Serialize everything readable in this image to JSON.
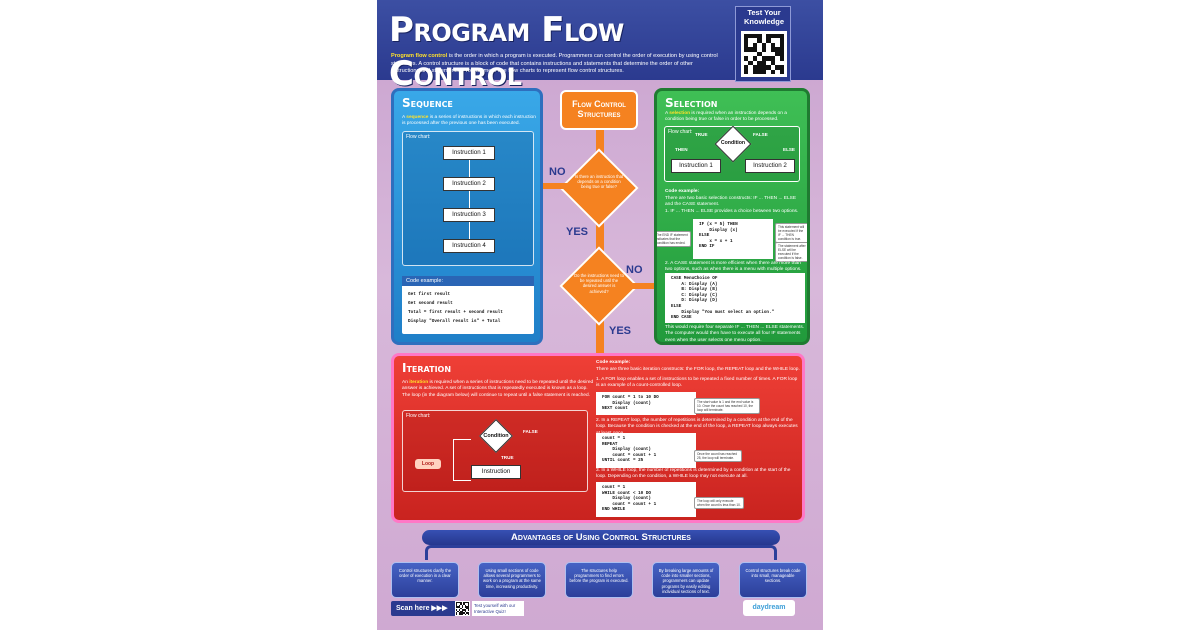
{
  "header": {
    "title": "Program Flow Control",
    "intro_highlight": "Program flow control",
    "intro_text": " is the order in which a program is executed. Programmers can control the order of execution by using control structures. A control structure is a block of code that contains instructions and statements that determine the order of other instructions and statements. Programmers use flow charts to represent flow control structures.",
    "qr_title": "Test Your Knowledge"
  },
  "sequence": {
    "title": "Sequence",
    "text_pre": "A ",
    "text_hl": "sequence",
    "text_post": " is a series of instructions in which each instruction is processed after the previous one has been executed.",
    "flow_label": "Flow chart:",
    "instructions": [
      "Instruction 1",
      "Instruction 2",
      "Instruction 3",
      "Instruction 4"
    ],
    "code_title": "Code example:",
    "code_lines": [
      "Get first result",
      "Get second result",
      "Total = first result + second result",
      "Display \"Overall result is\" + Total"
    ]
  },
  "center": {
    "title": "Flow Control Structures",
    "q1": "Is there an instruction that depends on a condition being true or false?",
    "q2": "Do the instructions need to be repeated until the desired answer is achieved?",
    "no": "NO",
    "yes": "YES"
  },
  "selection": {
    "title": "Selection",
    "text_pre": "A ",
    "text_hl": "selection",
    "text_post": " is required when an instruction depends on a condition being true or false in order to be processed.",
    "flow_label": "Flow chart:",
    "condition": "Condition",
    "true_label": "TRUE",
    "false_label": "FALSE",
    "then_label": "THEN",
    "else_label": "ELSE",
    "instr1": "Instruction 1",
    "instr2": "Instruction 2",
    "code_heading": "Code example:",
    "code_intro": "There are two basic selection constructs: IF ... THEN ... ELSE and the CASE statement.",
    "ifthen_label": "1. IF ... THEN ... ELSE provides a choice between two options.",
    "ifthen_code": "IF (x = 5) THEN\n    Display (x)\nELSE\n    x = x + 1\nEND IF",
    "note_endif": "The END IF statement indicates that the condition has ended.",
    "note_true": "This statement will be executed if the IF ... THEN condition is true.",
    "note_false": "The statement after ELSE will be executed if the condition is false.",
    "case_label": "2. A CASE statement is more efficient when there are more than two options, such as when there is a menu with multiple options.",
    "case_code": "CASE MenuChoice OF\n    A: Display (A)\n    B: Display (B)\n    C: Display (C)\n    D: Display (D)\nELSE\n    Display \"You must select an option.\"\nEND CASE",
    "case_footer": "This would require four separate IF ... THEN ... ELSE statements. The computer would then have to execute all four IF statements even when the user selects one menu option."
  },
  "iteration": {
    "title": "Iteration",
    "text_pre": "An ",
    "text_hl": "iteration",
    "text_post": " is required when a series of instructions need to be repeated until the desired answer is achieved. A set of instructions that is repeatedly executed is known as a loop. The loop (in the diagram below) will continue to repeat until a false statement is reached.",
    "flow_label": "Flow chart:",
    "condition": "Condition",
    "false_label": "FALSE",
    "true_label": "TRUE",
    "instruction": "Instruction",
    "loop": "Loop",
    "code_heading": "Code example:",
    "code_intro": "There are three basic iteration constructs: the FOR loop, the REPEAT loop and the WHILE loop.",
    "for_label": "1. A FOR loop enables a set of instructions to be repeated a fixed number of times. A FOR loop is an example of a count-controlled loop.",
    "for_code": "FOR count = 1 to 10 DO\n    Display (count)\nNEXT count",
    "for_note": "The start value is 1 and the end value is 10. Once the count has reached 10, the loop will terminate.",
    "repeat_label": "2. In a REPEAT loop, the number of repetitions is determined by a condition at the end of the loop. Because the condition is checked at the end of the loop, a REPEAT loop always executes at least once.",
    "repeat_code": "count = 1\nREPEAT\n    Display (count)\n    count = count + 1\nUNTIL count = 25",
    "repeat_note": "Once the count has reached 25, the loop will terminate.",
    "while_label": "3. In a WHILE loop, the number of repetitions is determined by a condition at the start of the loop. Depending on the condition, a WHILE loop may not execute at all.",
    "while_code": "count = 1\nWHILE count < 10 DO\n    Display (count)\n    count = count + 1\nEND WHILE",
    "while_note": "The loop will only execute when the count is less than 10."
  },
  "advantages": {
    "title": "Advantages of Using Control Structures",
    "cards": [
      "Control structures clarify the order of execution in a clear manner.",
      "Using small sections of code allows several programmers to work on a program at the same time, increasing productivity.",
      "The structures help programmers to find errors before the program is executed.",
      "By breaking large amounts of code into smaller sections, programmers can update programs by easily editing individual sections of text.",
      "Control structures break code into small, manageable sections."
    ]
  },
  "footer": {
    "scan": "Scan here ▶▶▶",
    "quiz": "Test yourself with our Interactive Quiz!",
    "logo": "daydream"
  }
}
